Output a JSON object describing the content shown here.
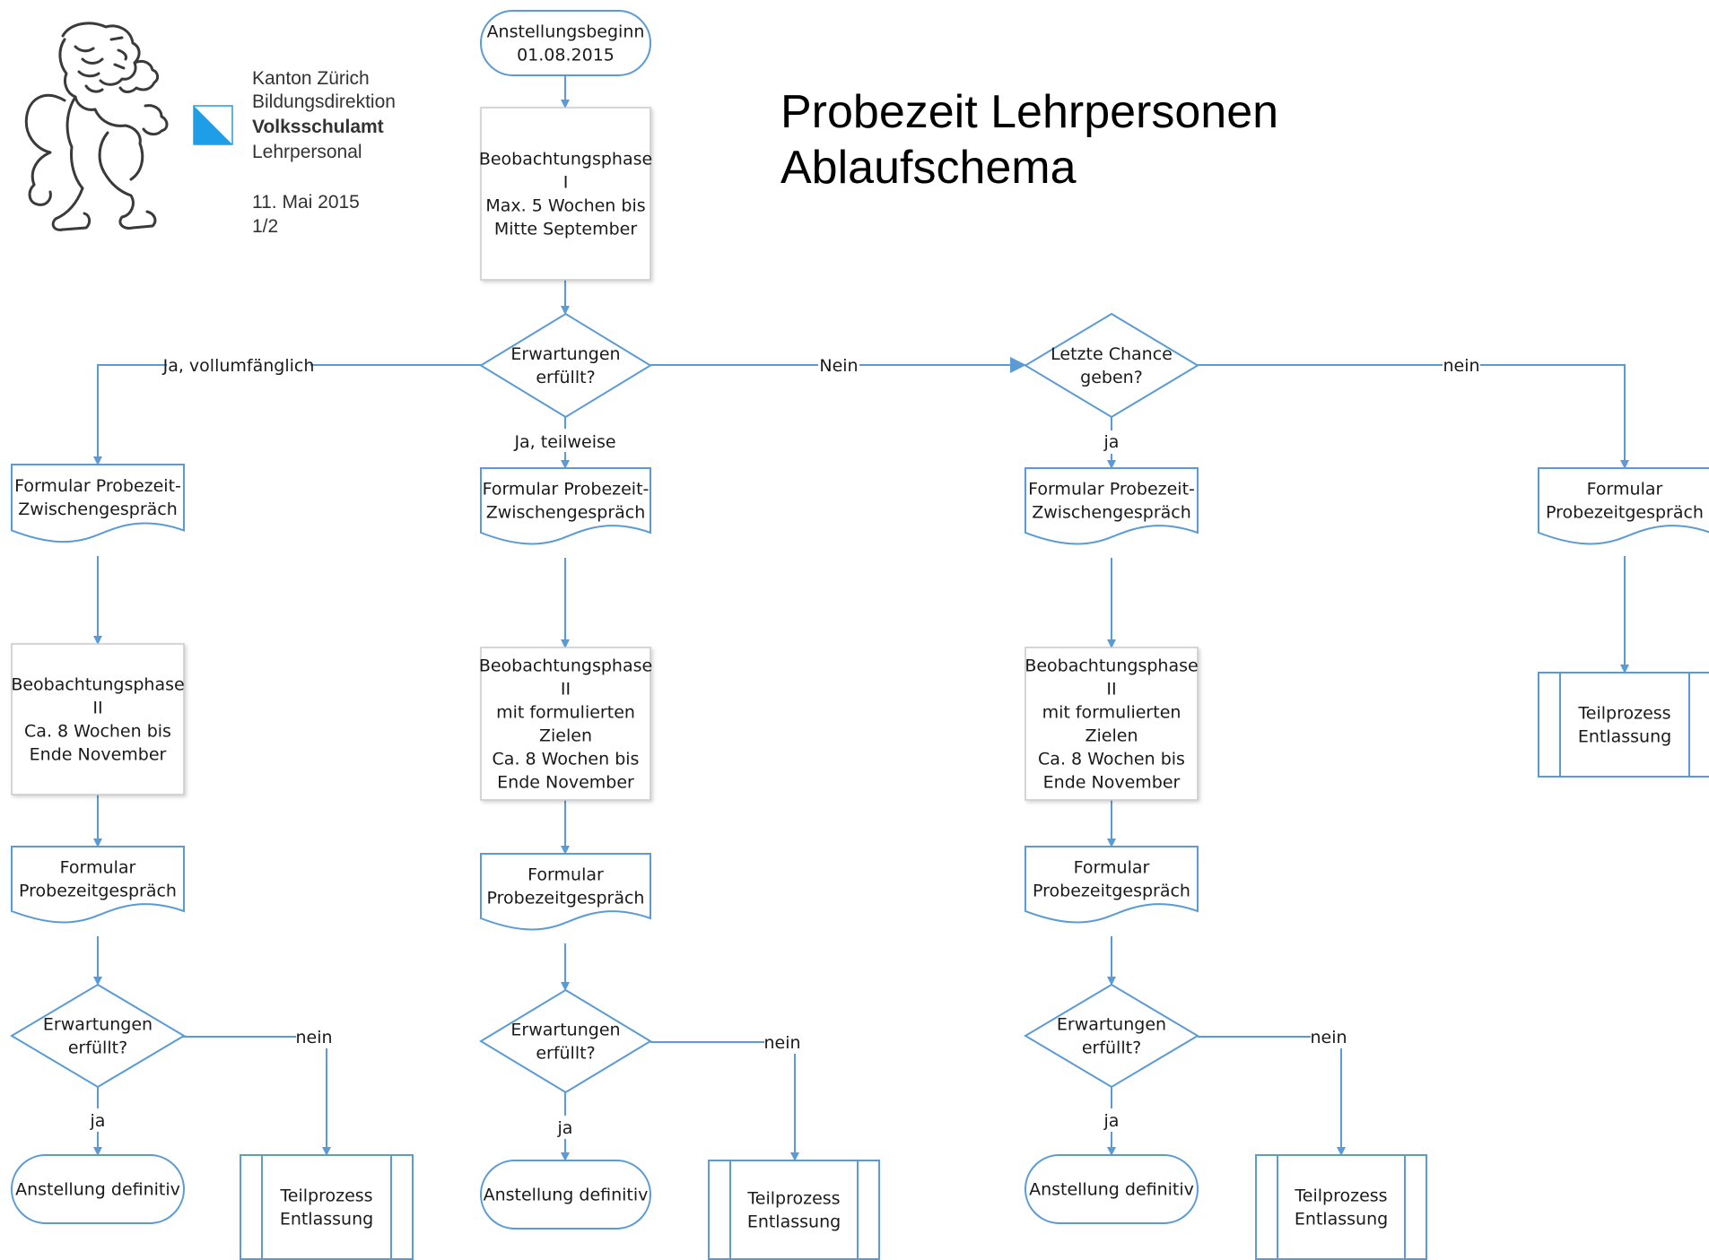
{
  "header": {
    "org_lines": [
      "Kanton Zürich",
      "Bildungsdirektion",
      "Volksschulamt",
      "Lehrpersonal"
    ],
    "date": "11. Mai 2015",
    "page": "1/2",
    "logo_icon": "zurich-lion-crest-icon",
    "flag_icon": "zurich-flag-icon",
    "flag_colors": [
      "#1e9ee6",
      "#ffffff"
    ]
  },
  "title": [
    "Probezeit Lehrpersonen",
    "Ablaufschema"
  ],
  "colors": {
    "stroke": "#5b9bd5",
    "connector": "#5b9bd5",
    "fill": "#ffffff",
    "text": "#1a1a1a"
  },
  "nodes": {
    "start": [
      "Anstellungsbeginn",
      "01.08.2015"
    ],
    "phase1": [
      "Beobachtungsphase",
      "I",
      "Max. 5 Wochen bis",
      "Mitte September"
    ],
    "decision_main": [
      "Erwartungen",
      "erfüllt?"
    ],
    "decision_chance": [
      "Letzte Chance",
      "geben?"
    ],
    "col1_form_zw": [
      "Formular Probezeit-",
      "Zwischengespräch"
    ],
    "col1_phase2": [
      "Beobachtungsphase",
      "II",
      "Ca. 8 Wochen bis",
      "Ende November"
    ],
    "col1_form_pz": [
      "Formular",
      "Probezeitgespräch"
    ],
    "col1_decision": [
      "Erwartungen",
      "erfüllt?"
    ],
    "col1_definitiv": [
      "Anstellung definitiv"
    ],
    "col1_entlassung": [
      "Teilprozess",
      "Entlassung"
    ],
    "col2_form_zw": [
      "Formular Probezeit-",
      "Zwischengespräch"
    ],
    "col2_phase2": [
      "Beobachtungsphase",
      "II",
      "mit formulierten",
      "Zielen",
      "Ca. 8 Wochen bis",
      "Ende November"
    ],
    "col2_form_pz": [
      "Formular",
      "Probezeitgespräch"
    ],
    "col2_decision": [
      "Erwartungen",
      "erfüllt?"
    ],
    "col2_definitiv": [
      "Anstellung definitiv"
    ],
    "col2_entlassung": [
      "Teilprozess",
      "Entlassung"
    ],
    "col3_form_zw": [
      "Formular Probezeit-",
      "Zwischengespräch"
    ],
    "col3_phase2": [
      "Beobachtungsphase",
      "II",
      "mit formulierten",
      "Zielen",
      "Ca. 8 Wochen bis",
      "Ende November"
    ],
    "col3_form_pz": [
      "Formular",
      "Probezeitgespräch"
    ],
    "col3_decision": [
      "Erwartungen",
      "erfüllt?"
    ],
    "col3_definitiv": [
      "Anstellung definitiv"
    ],
    "col3_entlassung": [
      "Teilprozess",
      "Entlassung"
    ],
    "col4_form_pz": [
      "Formular",
      "Probezeitgespräch"
    ],
    "col4_entlassung": [
      "Teilprozess",
      "Entlassung"
    ]
  },
  "edge_labels": {
    "ja_vollumfaenglich": "Ja, vollumfänglich",
    "ja_teilweise": "Ja, teilweise",
    "nein_main": "Nein",
    "ja_chance": "ja",
    "nein_chance": "nein",
    "col1_ja": "ja",
    "col1_nein": "nein",
    "col2_ja": "ja",
    "col2_nein": "nein",
    "col3_ja": "ja",
    "col3_nein": "nein"
  }
}
